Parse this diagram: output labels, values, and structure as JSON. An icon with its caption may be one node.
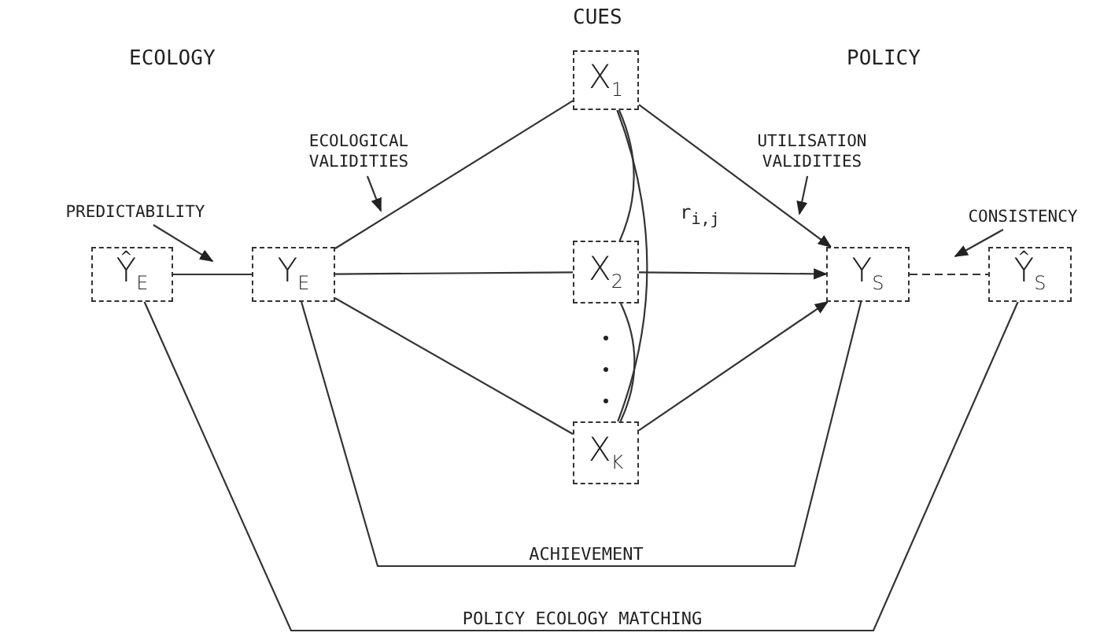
{
  "diagram": {
    "nodes": [
      {
        "text": [
          "Ŷ$_{E}$"
        ]
      },
      {
        "text": [
          "Y$_{E}$"
        ]
      },
      {
        "text": [
          "X$_{1}$"
        ]
      },
      {
        "text": [
          "X$_{2}$"
        ]
      },
      {
        "text": [
          "X$_{K}$"
        ]
      },
      {
        "text": [
          "Y$_{S}$"
        ]
      },
      {
        "text": [
          "Ŷ$_{S}$"
        ]
      },
      {
        "text": [
          "PREDICTABILITY"
        ]
      },
      {
        "text": [
          "ECOLOGICAL VALIDITIES"
        ]
      },
      {
        "text": [
          "UTILISATION VALIDITIES"
        ]
      },
      {
        "text": [
          "CONSISTENCY"
        ]
      }
    ],
    "edges": [
      {
        "from": 0,
        "to": 1,
        "arrow": "none"
      },
      {
        "from": 1,
        "to": 2,
        "arrow": "none"
      },
      {
        "from": 1,
        "to": 3,
        "arrow": "none"
      },
      {
        "from": 1,
        "to": 4,
        "arrow": "none"
      },
      {
        "from": 2,
        "to": 5,
        "arrow": "to"
      },
      {
        "from": 3,
        "to": 5,
        "arrow": "to"
      },
      {
        "from": 4,
        "to": 5,
        "arrow": "to"
      },
      {
        "from": 5,
        "to": 6,
        "arrow": "none",
        "style": "dashed"
      },
      {
        "from": 1,
        "to": 5,
        "arrow": "none",
        "label": "ACHIEVEMENT"
      },
      {
        "from": 0,
        "to": 6,
        "arrow": "none",
        "label": "POLICY ECOLOGY MATCHING"
      },
      {
        "from": 2,
        "to": 3,
        "arrow": "none"
      },
      {
        "from": 3,
        "to": 4,
        "arrow": "none"
      },
      {
        "from": 2,
        "to": 4,
        "arrow": "none"
      },
      {
        "from": 7,
        "to": null,
        "arrow": "to"
      },
      {
        "from": 8,
        "to": null,
        "arrow": "to"
      },
      {
        "from": 9,
        "to": null,
        "arrow": "to"
      },
      {
        "from": 10,
        "to": null,
        "arrow": "to"
      }
    ],
    "labels": [
      "ECOLOGY",
      "CUES",
      "POLICY",
      "r$_{i,j}$"
    ]
  }
}
